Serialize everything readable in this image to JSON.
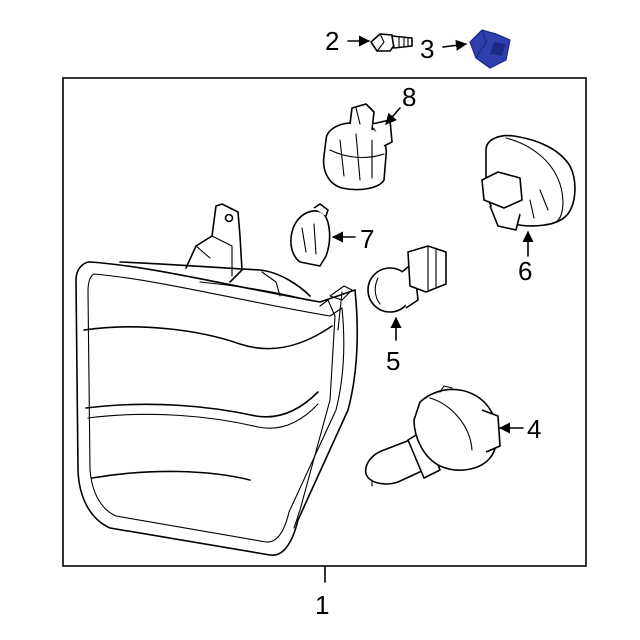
{
  "callouts": [
    "1",
    "2",
    "3",
    "4",
    "5",
    "6",
    "7",
    "8"
  ],
  "colors": {
    "line": "#000000",
    "background": "#ffffff",
    "highlight_part": "#2f3fae",
    "highlight_shade": "#1c2a86"
  }
}
